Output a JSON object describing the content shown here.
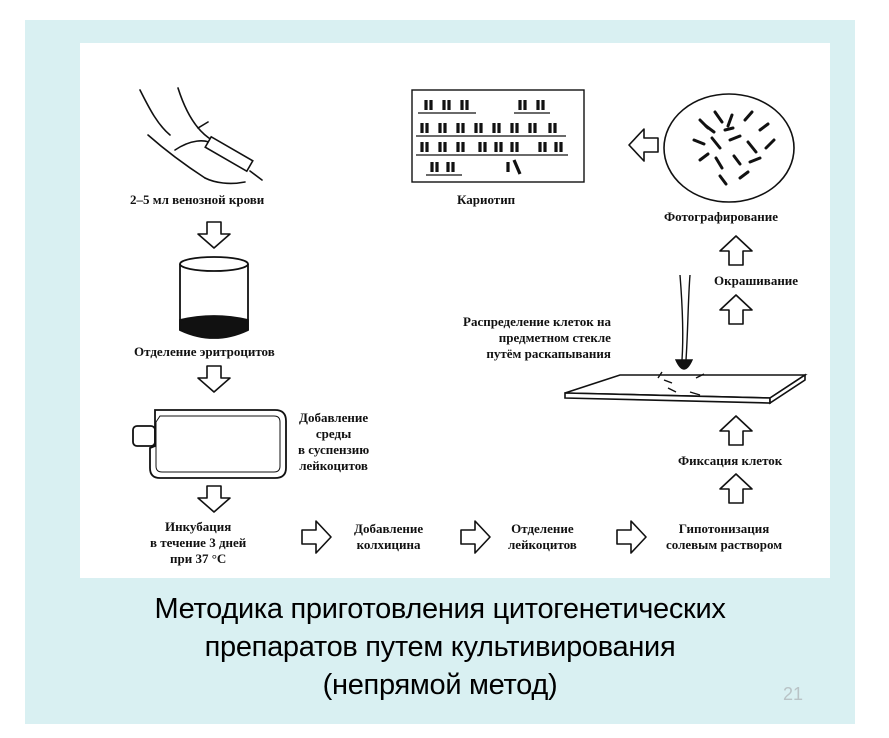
{
  "diagram": {
    "labels": {
      "blood": "2–5 мл венозной крови",
      "erythro": "Отделение эритроцитов",
      "medium": "Добавление\nсреды\nв суспензию\nлейкоцитов",
      "incubation": "Инкубация\nв течение 3 дней\nпри 37 °С",
      "colchicine": "Добавление\nколхицина",
      "leuko": "Отделение\nлейкоцитов",
      "hypotonic": "Гипотонизация\nсолевым раствором",
      "fixation": "Фиксация клеток",
      "spreading": "Распределение клеток на\nпредметном стекле\nпутём раскапывания",
      "staining": "Окрашивание",
      "photo": "Фотографирование",
      "karyotype": "Кариотип"
    }
  },
  "caption": {
    "line1": "Методика приготовления цитогенетических",
    "line2": "препаратов путем культивирования",
    "line3": "(непрямой метод)"
  },
  "page_number": "21",
  "colors": {
    "background": "#d9f0f2",
    "figure": "#ffffff",
    "page_number": "#b9c3c6"
  }
}
